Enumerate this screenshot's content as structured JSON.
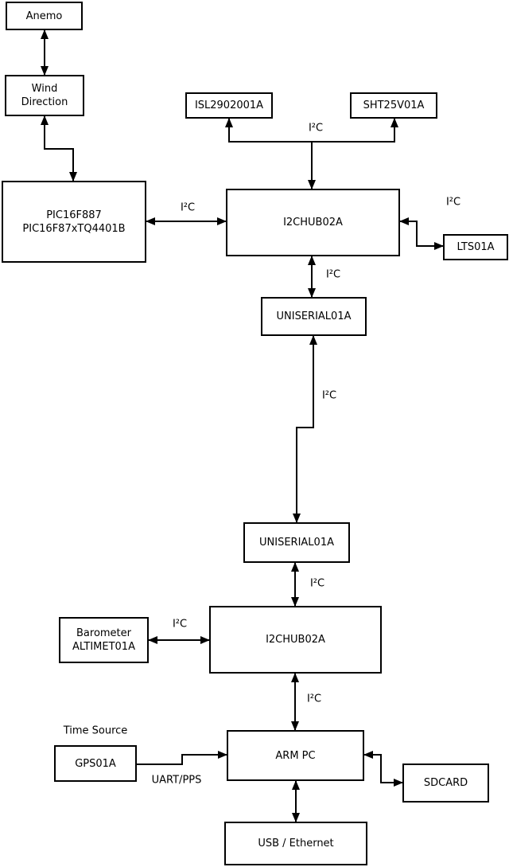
{
  "diagram": {
    "nodes": {
      "anemo": {
        "label": "Anemo"
      },
      "wind": {
        "line1": "Wind",
        "line2": "Direction"
      },
      "pic": {
        "line1": "PIC16F887",
        "line2": "PIC16F87xTQ4401B"
      },
      "isl": {
        "label": "ISL2902001A"
      },
      "sht": {
        "label": "SHT25V01A"
      },
      "hub1": {
        "label": "I2CHUB02A"
      },
      "lts": {
        "label": "LTS01A"
      },
      "uni1": {
        "label": "UNISERIAL01A"
      },
      "uni2": {
        "label": "UNISERIAL01A"
      },
      "hub2": {
        "label": "I2CHUB02A"
      },
      "baro": {
        "line1": "Barometer",
        "line2": "ALTIMET01A"
      },
      "arm": {
        "label": "ARM PC"
      },
      "gps": {
        "label": "GPS01A"
      },
      "sdcard": {
        "label": "SDCARD"
      },
      "usb": {
        "label": "USB / Ethernet"
      }
    },
    "edge_labels": {
      "i2c_isl_sht": "I²C",
      "i2c_pic_hub1": "I²C",
      "i2c_hub1_lts": "I²C",
      "i2c_hub1_uni1": "I²C",
      "i2c_long": "I²C",
      "i2c_uni2_hub2": "I²C",
      "i2c_baro_hub2": "I²C",
      "i2c_hub2_arm": "I²C",
      "time_source": "Time Source",
      "uart_pps": "UART/PPS"
    },
    "colors": {
      "line": "#000000",
      "box_border": "#000000",
      "box_fill": "#ffffff",
      "background": "#ffffff",
      "text": "#000000"
    }
  }
}
